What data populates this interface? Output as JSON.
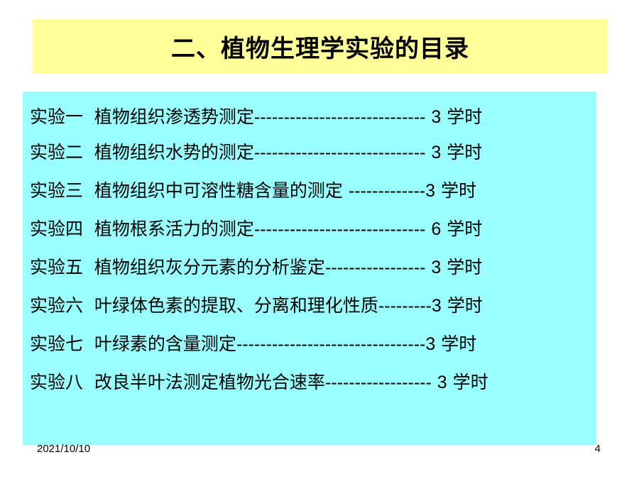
{
  "slide": {
    "title": "二、植物生理学实验的目录",
    "colors": {
      "title_background": "#ffff99",
      "content_background": "#99ffff"
    },
    "items": [
      {
        "label": "实验一",
        "name": "植物组织渗透势测定",
        "dashes": "-----------------------------",
        "hours": "3",
        "unit": "学时"
      },
      {
        "label": "实验二",
        "name": "植物组织水势的测定",
        "dashes": "-----------------------------",
        "hours": "3",
        "unit": "学时"
      },
      {
        "label": "实验三",
        "name": "植物组织中可溶性糖含量的测定 ",
        "dashes": "-------------",
        "hours": "3",
        "unit": "学时"
      },
      {
        "label": "实验四",
        "name": "植物根系活力的测定",
        "dashes": "-----------------------------",
        "hours": "6",
        "unit": "学时"
      },
      {
        "label": "实验五",
        "name": "植物组织灰分元素的分析鉴定",
        "dashes": "-----------------",
        "hours": "3",
        "unit": "学时"
      },
      {
        "label": "实验六",
        "name": "叶绿体色素的提取、分离和理化性质",
        "dashes": "---------",
        "hours": "3",
        "unit": "学时"
      },
      {
        "label": "实验七",
        "name": "叶绿素的含量测定",
        "dashes": "--------------------------------",
        "hours": "3",
        "unit": "学时"
      },
      {
        "label": "实验八",
        "name": "改良半叶法测定植物光合速率",
        "dashes": "------------------",
        "hours": "3",
        "unit": "学时"
      }
    ]
  },
  "footer": {
    "date": "2021/10/10",
    "page_number": "4"
  }
}
